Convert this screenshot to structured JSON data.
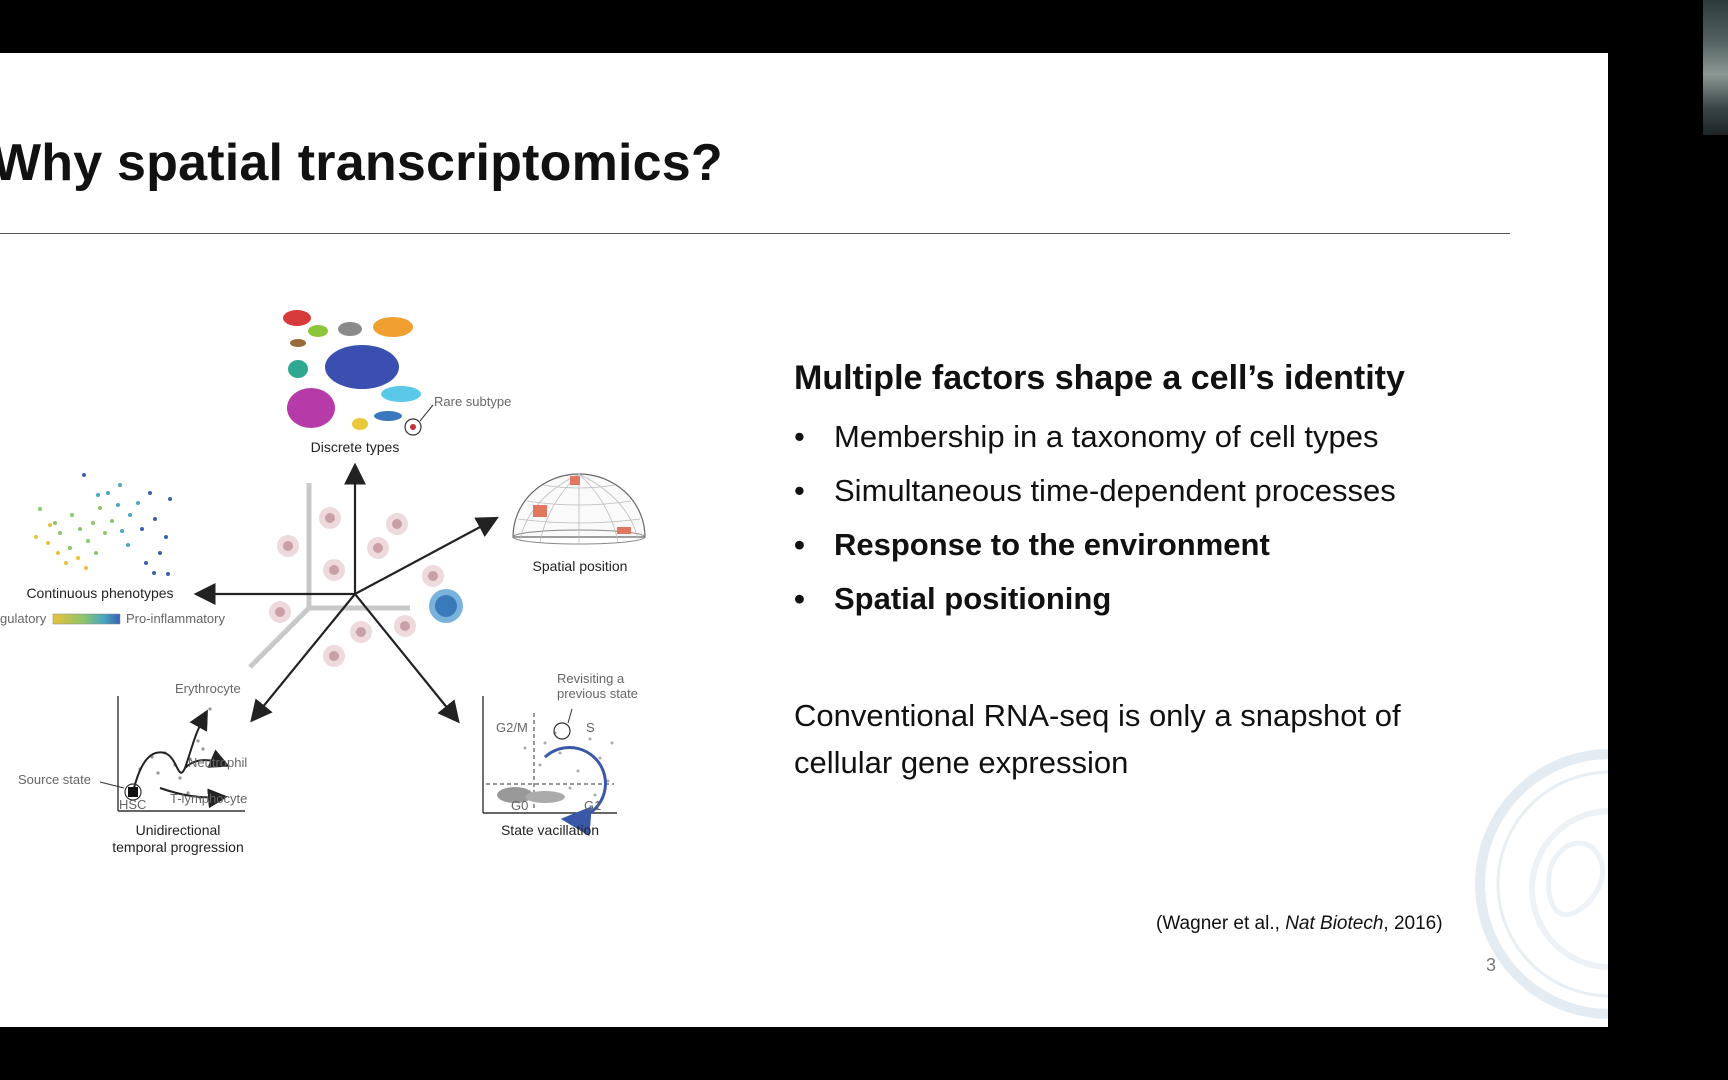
{
  "slide": {
    "title": "Why spatial transcriptomics?",
    "page_number": "3"
  },
  "figure": {
    "labels": {
      "discrete_types": "Discrete types",
      "rare_subtype": "Rare subtype",
      "spatial_position": "Spatial position",
      "continuous_phenotypes": "Continuous phenotypes",
      "regulatory": "gulatory",
      "pro_inflammatory": "Pro-inflammatory",
      "erythrocyte": "Erythrocyte",
      "neutrophil": "Neutrophil",
      "t_lymphocyte": "T-lymphocyte",
      "source_state": "Source state",
      "hsc": "HSC",
      "unidirectional_1": "Unidirectional",
      "unidirectional_2": "temporal progression",
      "revisiting_1": "Revisiting a",
      "revisiting_2": "previous state",
      "g2m": "G2/M",
      "s": "S",
      "g0": "G0",
      "g1": "G1",
      "state_vacillation": "State vacillation"
    },
    "colors": {
      "axis": "#222222",
      "cell_fill": "#eed9dc",
      "cell_core": "#c9a0a6",
      "highlight_cell": "#4a90c8",
      "cycle_arrow": "#3a58a8",
      "cluster_purple": "#b63aa8",
      "cluster_blue": "#3a4fb0",
      "cluster_orange": "#f0a030",
      "cluster_teal": "#2ea890",
      "cluster_red": "#d63a3a"
    }
  },
  "content": {
    "heading": "Multiple factors shape a cell’s identity",
    "bullets": [
      {
        "text": "Membership in a taxonomy of cell types",
        "bold": false
      },
      {
        "text": "Simultaneous time-dependent processes",
        "bold": false
      },
      {
        "text": "Response to the environment",
        "bold": true
      },
      {
        "text": "Spatial positioning",
        "bold": true
      }
    ],
    "note": "Conventional RNA-seq is only a snapshot of cellular gene expression"
  },
  "citation": {
    "prefix": "(Wagner et al., ",
    "journal": "Nat Biotech",
    "suffix": ", 2016)"
  }
}
